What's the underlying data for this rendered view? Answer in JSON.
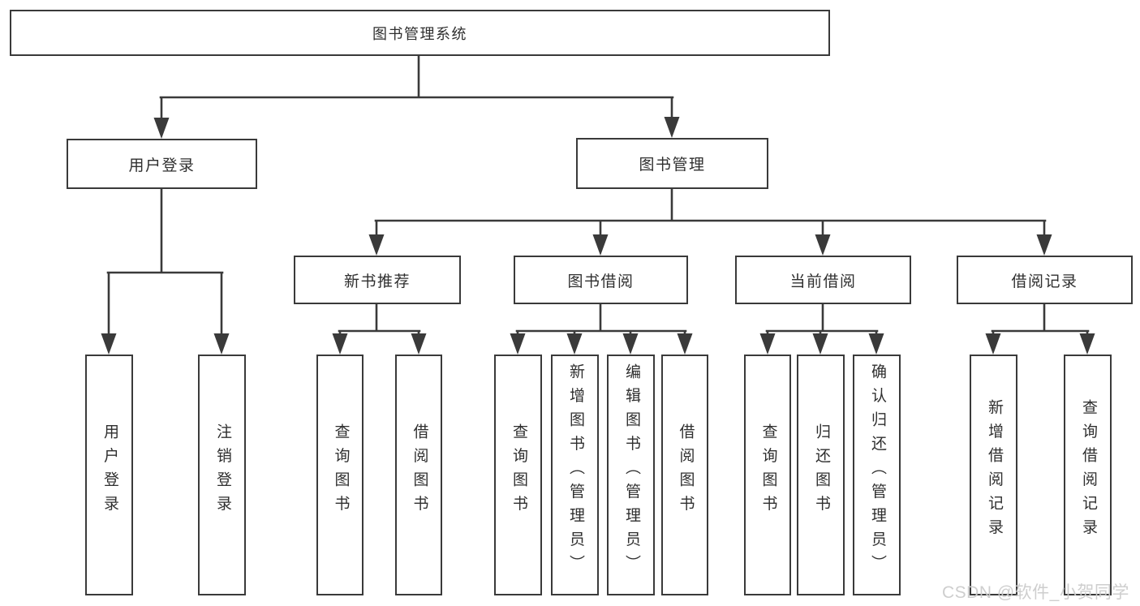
{
  "watermark": "CSDN @软件_小贺同学",
  "colors": {
    "line": "#3a3a3a",
    "box_border": "#3a3a3a",
    "text": "#2f2f2f",
    "watermark": "#cbcbcb",
    "background": "#ffffff"
  },
  "tree": {
    "root": {
      "label": "图书管理系统"
    },
    "branches": [
      {
        "label": "用户登录",
        "children": [
          {
            "label": "用户登录"
          },
          {
            "label": "注销登录"
          }
        ]
      },
      {
        "label": "图书管理",
        "children": [
          {
            "label": "新书推荐",
            "children": [
              {
                "label": "查询图书"
              },
              {
                "label": "借阅图书"
              }
            ]
          },
          {
            "label": "图书借阅",
            "children": [
              {
                "label": "查询图书"
              },
              {
                "label": "新增图书（管理员）"
              },
              {
                "label": "编辑图书（管理员）"
              },
              {
                "label": "借阅图书"
              }
            ]
          },
          {
            "label": "当前借阅",
            "children": [
              {
                "label": "查询图书"
              },
              {
                "label": "归还图书"
              },
              {
                "label": "确认归还（管理员）"
              }
            ]
          },
          {
            "label": "借阅记录",
            "children": [
              {
                "label": "新增借阅记录"
              },
              {
                "label": "查询借阅记录"
              }
            ]
          }
        ]
      }
    ]
  }
}
